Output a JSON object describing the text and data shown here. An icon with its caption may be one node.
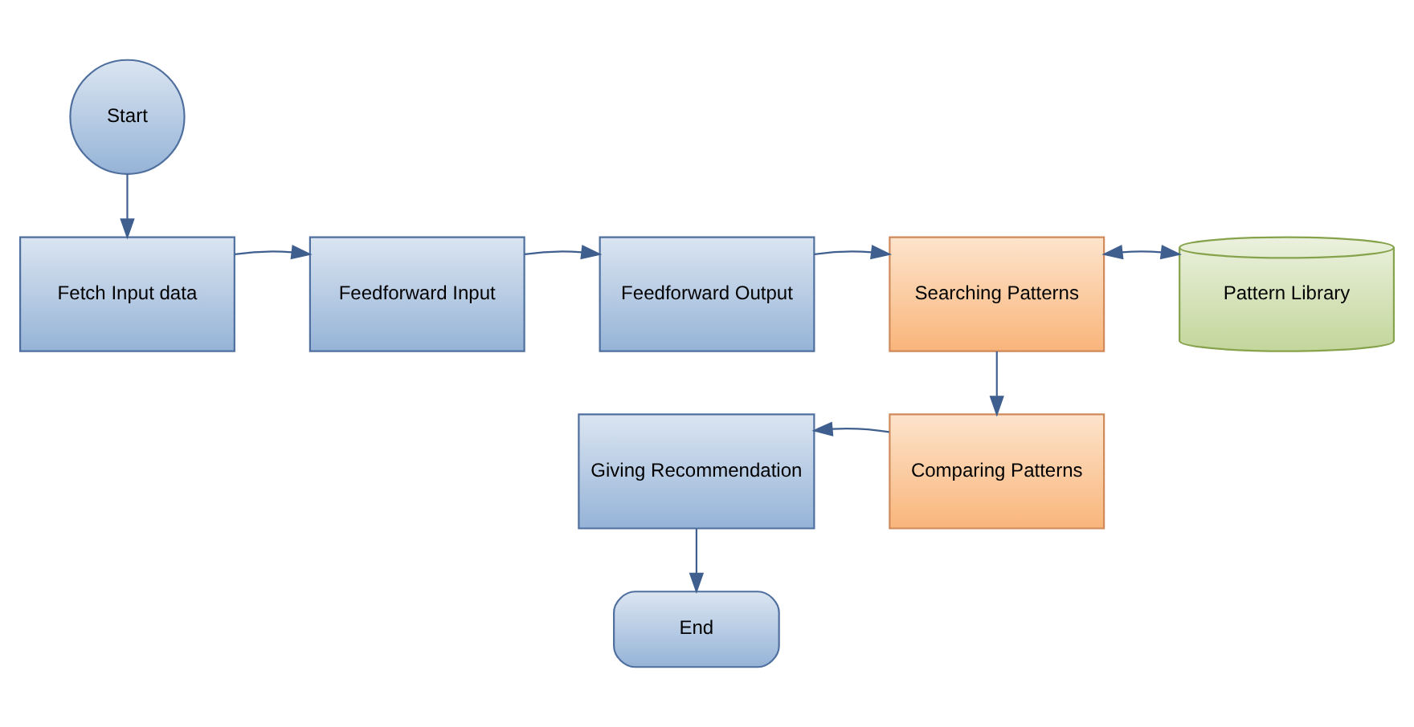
{
  "diagram": {
    "nodes": [
      {
        "text": [
          "Start"
        ]
      },
      {
        "text": [
          "Fetch Input data"
        ]
      },
      {
        "text": [
          "Feedforward Input"
        ]
      },
      {
        "text": [
          "Feedforward Output"
        ]
      },
      {
        "text": [
          "Searching Patterns"
        ]
      },
      {
        "text": [
          "Pattern Library"
        ]
      },
      {
        "text": [
          "Comparing Patterns"
        ]
      },
      {
        "text": [
          "Giving Recommendation"
        ]
      },
      {
        "text": [
          "End"
        ]
      }
    ],
    "edges": [
      {
        "from": 0,
        "to": 1,
        "arrow": "to"
      },
      {
        "from": 1,
        "to": 2,
        "arrow": "to"
      },
      {
        "from": 2,
        "to": 3,
        "arrow": "to"
      },
      {
        "from": 3,
        "to": 4,
        "arrow": "to"
      },
      {
        "from": 4,
        "to": 5,
        "arrow": "both"
      },
      {
        "from": 4,
        "to": 6,
        "arrow": "to"
      },
      {
        "from": 6,
        "to": 7,
        "arrow": "to"
      },
      {
        "from": 7,
        "to": 8,
        "arrow": "to"
      }
    ]
  }
}
